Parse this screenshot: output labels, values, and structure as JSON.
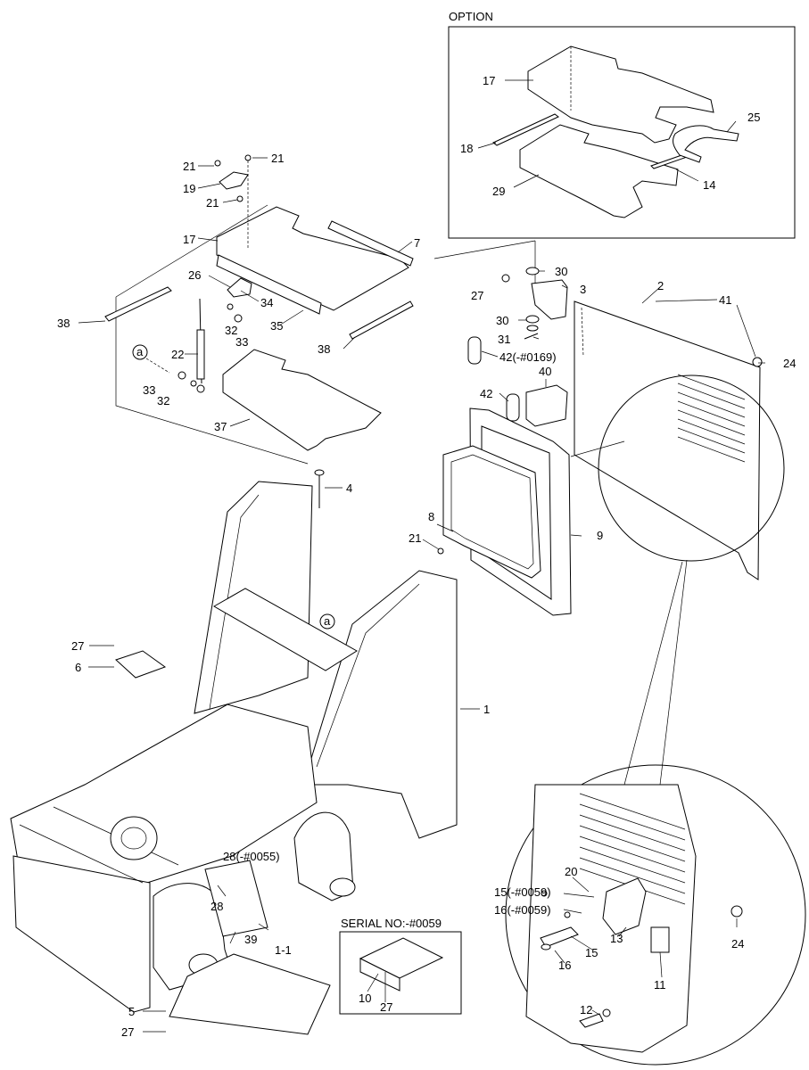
{
  "option_box": {
    "title": "OPTION"
  },
  "serial_box": {
    "title": "SERIAL NO:-#0059"
  },
  "callouts": {
    "c1": "1",
    "c1_1": "1-1",
    "c2": "2",
    "c3": "3",
    "c4": "4",
    "c5": "5",
    "c6": "6",
    "c7": "7",
    "c8": "8",
    "c9": "9",
    "c10": "10",
    "c11": "11",
    "c12": "12",
    "c13": "13",
    "c14": "14",
    "c15": "15",
    "c15b": "15(-#0059)",
    "c16": "16",
    "c16b": "16(-#0059)",
    "c17": "17",
    "c17b": "17",
    "c18": "18",
    "c19": "19",
    "c20": "20",
    "c21a": "21",
    "c21b": "21",
    "c21c": "21",
    "c21d": "21",
    "c22": "22",
    "c24a": "24",
    "c24b": "24",
    "c25": "25",
    "c26": "26",
    "c27a": "27",
    "c27b": "27",
    "c27c": "27",
    "c27d": "27",
    "c28": "28",
    "c28b": "28(-#0055)",
    "c29": "29",
    "c30a": "30",
    "c30b": "30",
    "c31": "31",
    "c32a": "32",
    "c32b": "32",
    "c33a": "33",
    "c33b": "33",
    "c34": "34",
    "c35": "35",
    "c37": "37",
    "c38a": "38",
    "c38b": "38",
    "c39": "39",
    "c40": "40",
    "c41": "41",
    "c42": "42",
    "c42b": "42(-#0169)",
    "ref_a1": "a",
    "ref_a2": "a"
  }
}
